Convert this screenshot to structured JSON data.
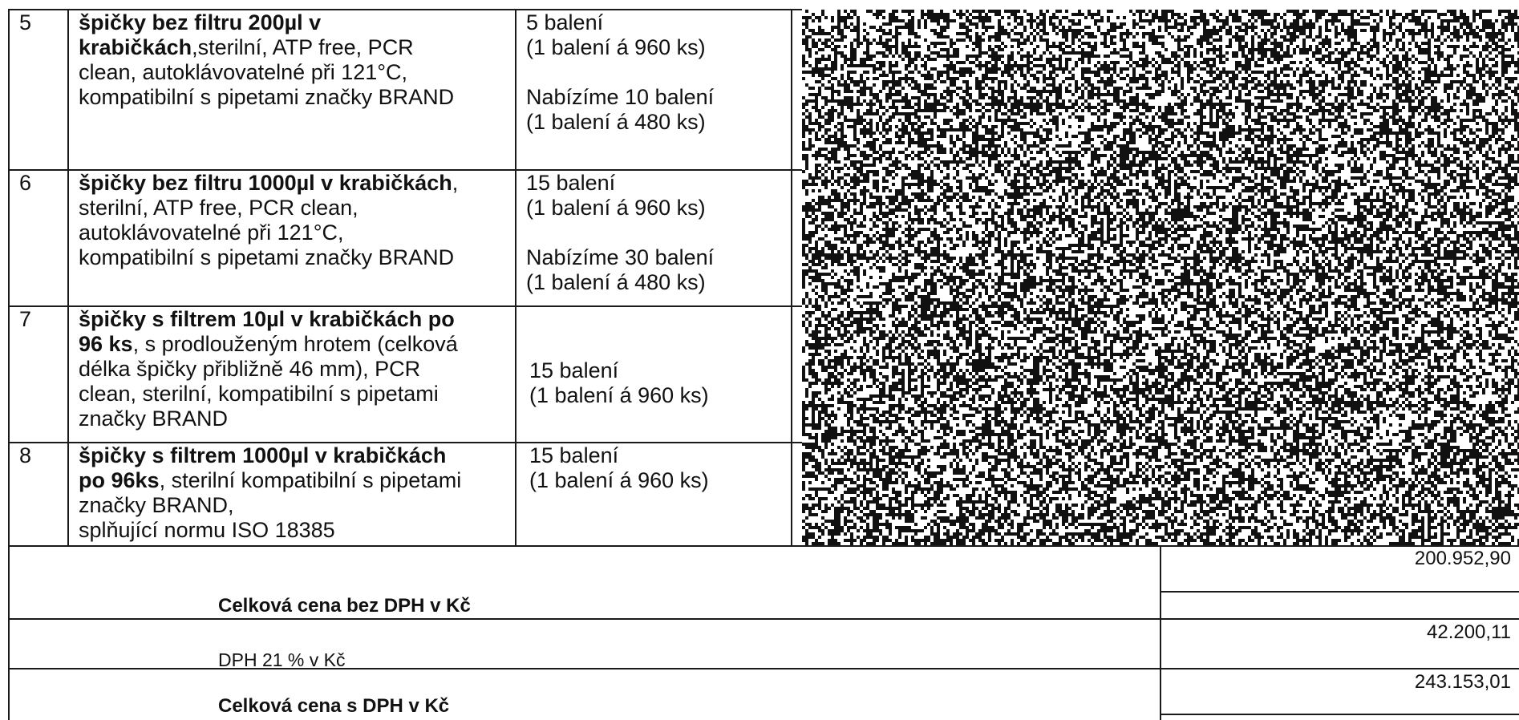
{
  "rows": [
    {
      "no": "5",
      "desc_lines": [
        [
          {
            "b": true,
            "t": "špičky bez filtru 200µl v"
          }
        ],
        [
          {
            "b": true,
            "t": "krabičkách"
          },
          {
            "b": false,
            "t": ",sterilní, ATP free, PCR"
          }
        ],
        [
          {
            "b": false,
            "t": "clean, autoklávovatelné při 121°C,"
          }
        ],
        [
          {
            "b": false,
            "t": "kompatibilní s pipetami značky BRAND"
          }
        ]
      ],
      "qty_lines": [
        "5 balení",
        "(1 balení á 960 ks)",
        "",
        "Nabízíme 10 balení",
        "(1 balení á 480 ks)"
      ]
    },
    {
      "no": "6",
      "desc_lines": [
        [
          {
            "b": true,
            "t": "špičky bez filtru 1000µl v krabičkách"
          },
          {
            "b": false,
            "t": ","
          }
        ],
        [
          {
            "b": false,
            "t": "sterilní, ATP free, PCR clean,"
          }
        ],
        [
          {
            "b": false,
            "t": "autoklávovatelné při 121°C,"
          }
        ],
        [
          {
            "b": false,
            "t": "kompatibilní s pipetami značky BRAND"
          }
        ]
      ],
      "qty_lines": [
        "15 balení",
        "(1 balení á 960 ks)",
        "",
        "Nabízíme 30 balení",
        "(1 balení á 480 ks)"
      ]
    },
    {
      "no": "7",
      "desc_lines": [
        [
          {
            "b": true,
            "t": "špičky s filtrem 10µl v krabičkách po"
          }
        ],
        [
          {
            "b": true,
            "t": "96 ks"
          },
          {
            "b": false,
            "t": ", s prodlouženým hrotem (celková"
          }
        ],
        [
          {
            "b": false,
            "t": "délka špičky přibližně 46 mm), PCR"
          }
        ],
        [
          {
            "b": false,
            "t": "clean, sterilní, kompatibilní s pipetami"
          }
        ],
        [
          {
            "b": false,
            "t": "značky BRAND"
          }
        ]
      ],
      "qty_lines": [
        "15 balení",
        "(1 balení á 960 ks)"
      ]
    },
    {
      "no": "8",
      "desc_lines": [
        [
          {
            "b": true,
            "t": "špičky s filtrem 1000µl v krabičkách"
          }
        ],
        [
          {
            "b": true,
            "t": "po 96ks"
          },
          {
            "b": false,
            "t": ", sterilní kompatibilní s pipetami"
          }
        ],
        [
          {
            "b": false,
            "t": "značky BRAND,"
          }
        ],
        [
          {
            "b": false,
            "t": "splňující normu ISO 18385"
          }
        ]
      ],
      "qty_lines": [
        "15 balení",
        "(1 balení á 960 ks)"
      ]
    }
  ],
  "totals": {
    "without_vat_label": "Celková cena bez DPH v Kč",
    "without_vat_value": "200.952,90",
    "vat_label": "DPH 21 % v Kč",
    "vat_value": "42.200,11",
    "with_vat_label": "Celková cena s DPH v Kč",
    "with_vat_value": "243.153,01"
  },
  "colors": {
    "text": "#111111",
    "lines": "#1a1a1a",
    "background": "#ffffff"
  }
}
